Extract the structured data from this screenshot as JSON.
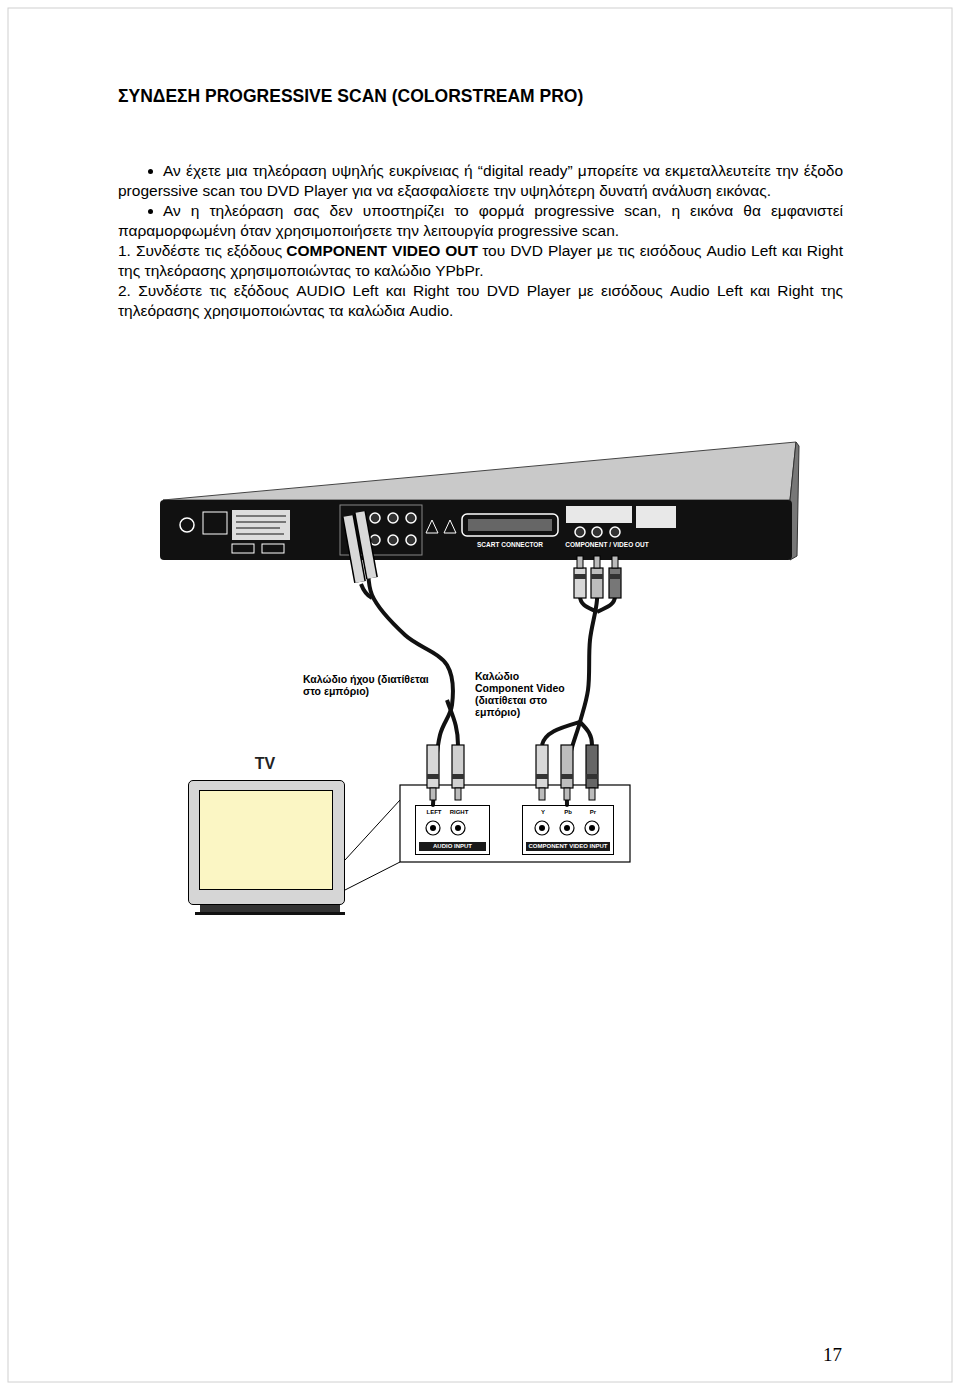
{
  "diagram": {
    "title": "ΣΥΝΔΕΣΗ PROGRESSIVE SCAN (COLORSTREAM PRO)",
    "nodes": [
      {
        "text": [
          "SCART CONNECTOR",
          "COMPONENT / VIDEO OUT"
        ]
      },
      {
        "text": [
          "TV"
        ]
      },
      {
        "text": [
          "LEFT",
          "RIGHT",
          "AUDIO INPUT"
        ]
      },
      {
        "text": [
          "Y",
          "Pb",
          "Pr",
          "COMPONENT VIDEO INPUT"
        ]
      }
    ],
    "edges": [
      {
        "from": 0,
        "to": 2,
        "label": "Καλώδιο ήχου (διατίθεται στο εμπόριο)",
        "arrow": "none"
      },
      {
        "from": 0,
        "to": 3,
        "label": "Καλώδιο Component Video (διατίθεται στο εμπόριο)",
        "arrow": "none"
      }
    ],
    "labels": [
      "Αν έχετε μια τηλεόραση υψηλής ευκρίνειας ή “digital ready” μπορείτε να εκμεταλλευτείτε την έξοδο progerssive scan του DVD Player για να εξασφαλίσετε την υψηλότερη δυνατή ανάλυση εικόνας.",
      "Αν η τηλεόραση σας δεν υποστηρίζει το φορμά progressive scan, η εικόνα θα εμφανιστεί παραμορφωμένη όταν χρησιμοποιήσετε την λειτουργία progressive scan.",
      "1. Συνδέστε τις εξόδους",
      "COMPONENT VIDEO OUT",
      "του DVD Player με τις εισόδους Audio Left και Right της τηλεόρασης χρησιμοποιώντας το καλώδιο YPbPr.",
      "2. Συνδέστε τις εξόδους  AUDIO Left και Right του DVD Player με εισόδους Audio Left και Right της τηλεόρασης χρησιμοποιώντας τα καλώδια Audio.",
      "17"
    ]
  }
}
